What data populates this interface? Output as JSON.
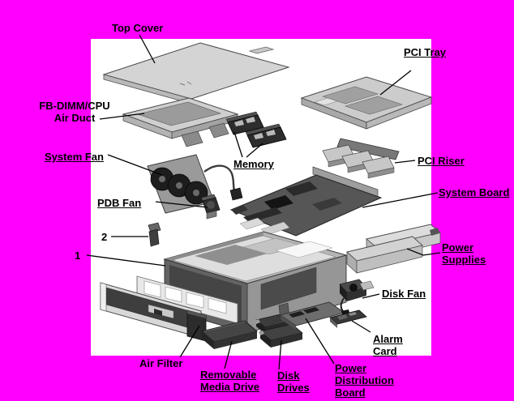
{
  "colors": {
    "background": "#ff00ff",
    "panel": "#ffffff",
    "label_text": "#000000",
    "leader_line": "#000000"
  },
  "labels": {
    "top_cover": {
      "text": "Top Cover",
      "underlined": false
    },
    "fb_dimm_air_duct": {
      "lines": [
        "FB-DIMM/CPU",
        "Air Duct"
      ],
      "underlined": false
    },
    "system_fan": {
      "text": "System Fan",
      "underlined": true
    },
    "memory": {
      "text": "Memory",
      "underlined": true
    },
    "pci_tray": {
      "text": "PCI Tray",
      "underlined": true
    },
    "pci_riser": {
      "text": "PCI Riser",
      "underlined": true
    },
    "system_board": {
      "text": "System Board",
      "underlined": true
    },
    "pdb_fan": {
      "text": "PDB Fan",
      "underlined": true
    },
    "item_2": {
      "text": "2",
      "underlined": false
    },
    "item_1": {
      "text": "1",
      "underlined": false
    },
    "power_supplies": {
      "lines": [
        "Power",
        "Supplies"
      ],
      "underlined": true
    },
    "disk_fan": {
      "text": "Disk Fan",
      "underlined": true
    },
    "alarm_card": {
      "lines": [
        "Alarm",
        "Card"
      ],
      "underlined": true
    },
    "air_filter": {
      "text": "Air Filter",
      "underlined": false
    },
    "removable_media_drive": {
      "lines": [
        "Removable",
        "Media Drive"
      ],
      "underlined": true
    },
    "disk_drives": {
      "lines": [
        "Disk",
        "Drives"
      ],
      "underlined": true
    },
    "power_distribution_board": {
      "lines": [
        "Power",
        "Distribution",
        "Board"
      ],
      "underlined": true
    }
  }
}
